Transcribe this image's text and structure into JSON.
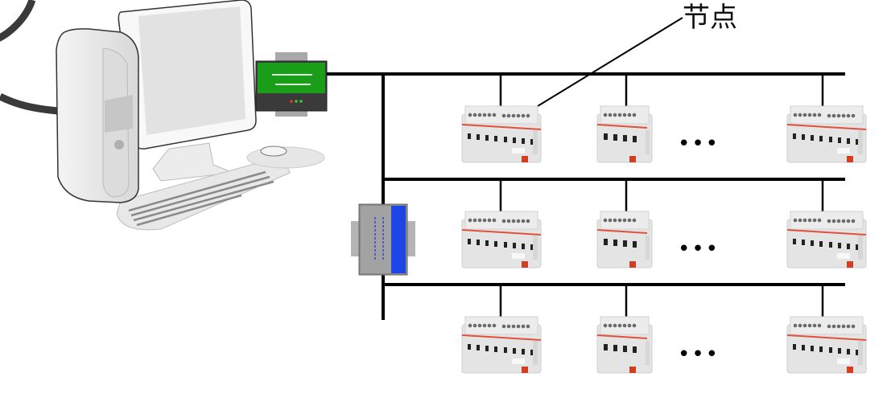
{
  "diagram": {
    "node_label": "节点",
    "colors": {
      "bus": "#000000",
      "gateway_green": "#1a9e1a",
      "gateway_dark": "#3a3a3a",
      "converter_blue": "#1e46e6",
      "converter_gray": "#9a9a9a",
      "device_body": "#e2e2e2",
      "device_stripe": "#e0503c",
      "device_button": "#d04020"
    },
    "bus_rows": [
      {
        "devices": [
          "8-channel",
          "4-channel",
          "8-channel"
        ],
        "ellipsis": "•••"
      },
      {
        "devices": [
          "8-channel",
          "4-channel",
          "8-channel"
        ],
        "ellipsis": "•••"
      },
      {
        "devices": [
          "8-channel",
          "4-channel",
          "8-channel"
        ],
        "ellipsis": "•••"
      }
    ]
  }
}
